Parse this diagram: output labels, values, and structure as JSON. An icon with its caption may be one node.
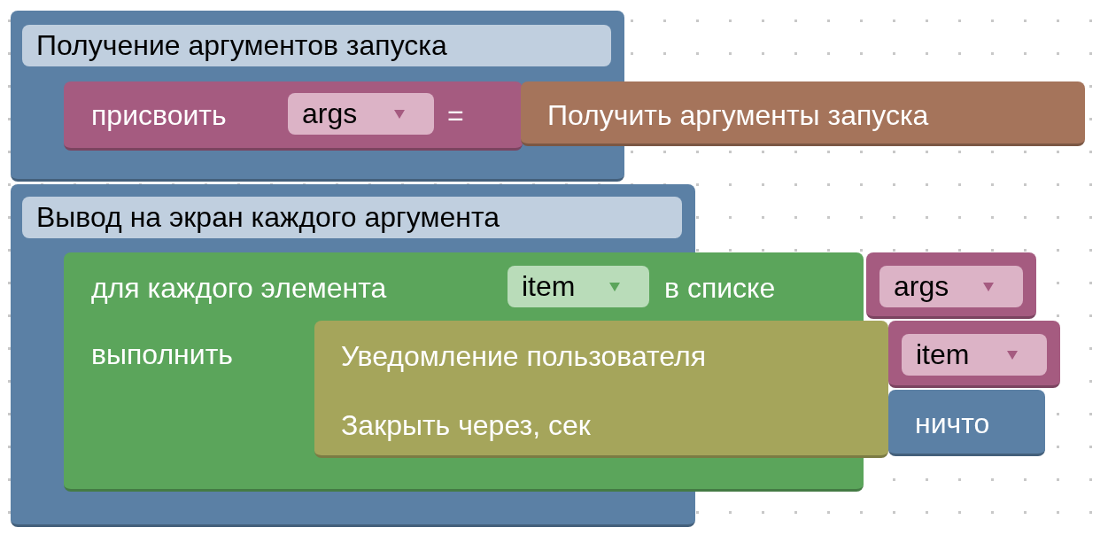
{
  "diagram": {
    "nodes": [
      {
        "text": [
          "Получение аргументов запуска"
        ]
      },
      {
        "text": [
          "присвоить",
          "="
        ],
        "in": 0
      },
      {
        "text": [
          "args"
        ],
        "in": 1
      },
      {
        "text": [
          "Получить аргументы запуска"
        ]
      },
      {
        "text": [
          "Вывод на экран каждого аргумента"
        ]
      },
      {
        "text": [
          "для каждого элемента",
          "в списке",
          "выполнить"
        ]
      },
      {
        "text": [
          "item"
        ]
      },
      {
        "text": [
          "args"
        ]
      },
      {
        "text": [
          "Уведомление пользователя",
          "Закрыть через, сек"
        ],
        "in": 5
      },
      {
        "text": [
          "item"
        ]
      },
      {
        "text": [
          "ничто"
        ]
      }
    ]
  }
}
